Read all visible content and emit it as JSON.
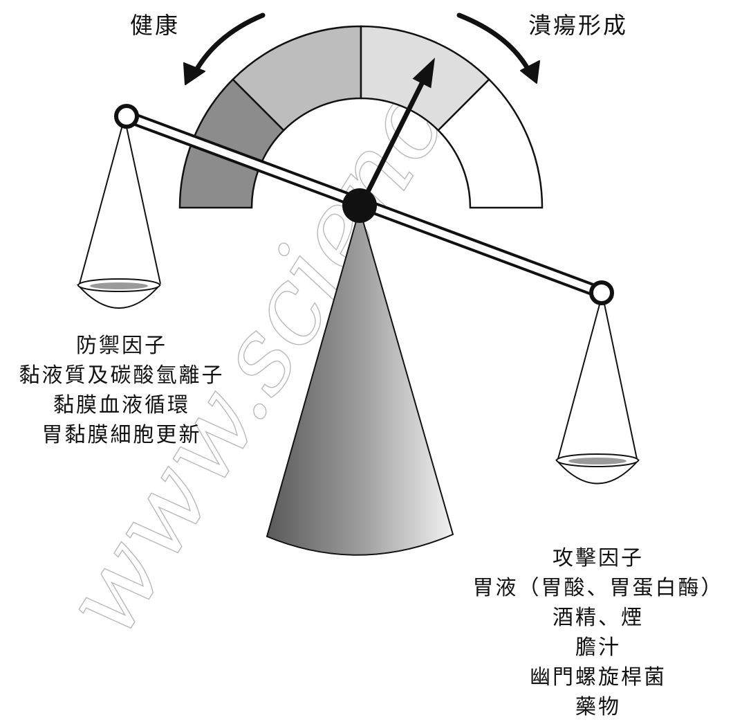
{
  "labels": {
    "health": "健康",
    "ulcer": "潰瘍形成"
  },
  "defense": {
    "title": "防禦因子",
    "items": [
      "黏液質及碳酸氫離子",
      "黏膜血液循環",
      "胃黏膜細胞更新"
    ]
  },
  "attack": {
    "title": "攻擊因子",
    "items": [
      "胃液（胃酸、胃蛋白酶）",
      "酒精、煙",
      "膽汁",
      "幽門螺旋桿菌",
      "藥物"
    ]
  },
  "watermark": "www.scienc",
  "colors": {
    "gauge_dark": "#8c8c8c",
    "gauge_mid": "#bdbdbd",
    "gauge_light": "#dedede",
    "gauge_white": "#ffffff",
    "stroke": "#111111",
    "pan_fill": "#9a9a9a",
    "stand_dark": "#5a5a5a",
    "stand_light": "#f2f2f2"
  },
  "gauge_needle_position": 0.65
}
